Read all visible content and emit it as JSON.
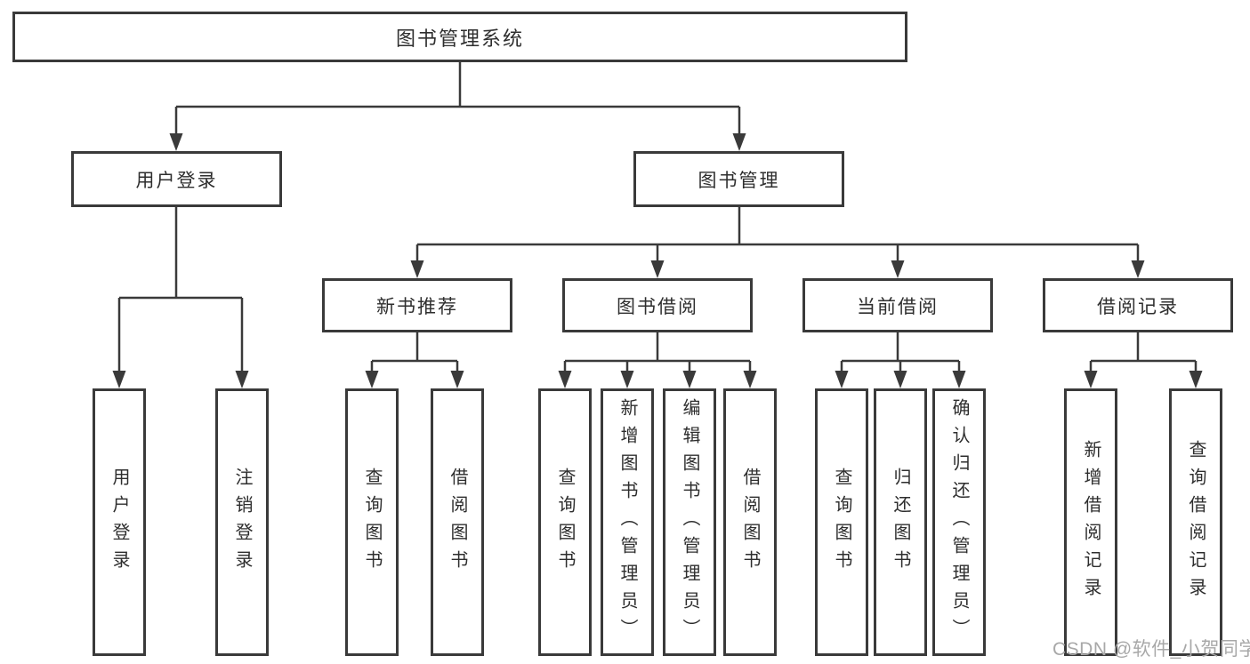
{
  "colors": {
    "line": "#3a3a3a",
    "text": "#2e2e2e",
    "watermark": "#a8a8a8",
    "background": "#ffffff"
  },
  "watermark": {
    "text": "CSDN @软件_小贺同学"
  },
  "tree": {
    "label": "图书管理系统",
    "children": [
      {
        "label": "用户登录",
        "children": [
          {
            "label": "用户登录"
          },
          {
            "label": "注销登录"
          }
        ]
      },
      {
        "label": "图书管理",
        "children": [
          {
            "label": "新书推荐",
            "children": [
              {
                "label": "查询图书"
              },
              {
                "label": "借阅图书"
              }
            ]
          },
          {
            "label": "图书借阅",
            "children": [
              {
                "label": "查询图书"
              },
              {
                "label": "新增图书（管理员）"
              },
              {
                "label": "编辑图书（管理员）"
              },
              {
                "label": "借阅图书"
              }
            ]
          },
          {
            "label": "当前借阅",
            "children": [
              {
                "label": "查询图书"
              },
              {
                "label": "归还图书"
              },
              {
                "label": "确认归还（管理员）"
              }
            ]
          },
          {
            "label": "借阅记录",
            "children": [
              {
                "label": "新增借阅记录"
              },
              {
                "label": "查询借阅记录"
              }
            ]
          }
        ]
      }
    ]
  }
}
